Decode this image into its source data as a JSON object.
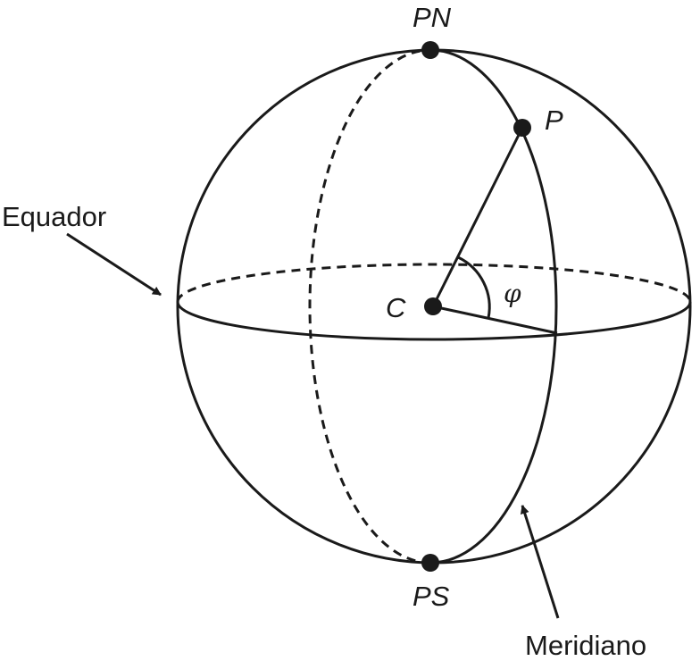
{
  "title": "Esfera com equador, meridiano e latitude",
  "labels": {
    "north_pole": "PN",
    "south_pole": "PS",
    "point": "P",
    "center": "C",
    "angle": "φ",
    "equator": "Equador",
    "meridian": "Meridiano"
  },
  "colors": {
    "stroke": "#1a1a1a",
    "background": "#ffffff"
  }
}
